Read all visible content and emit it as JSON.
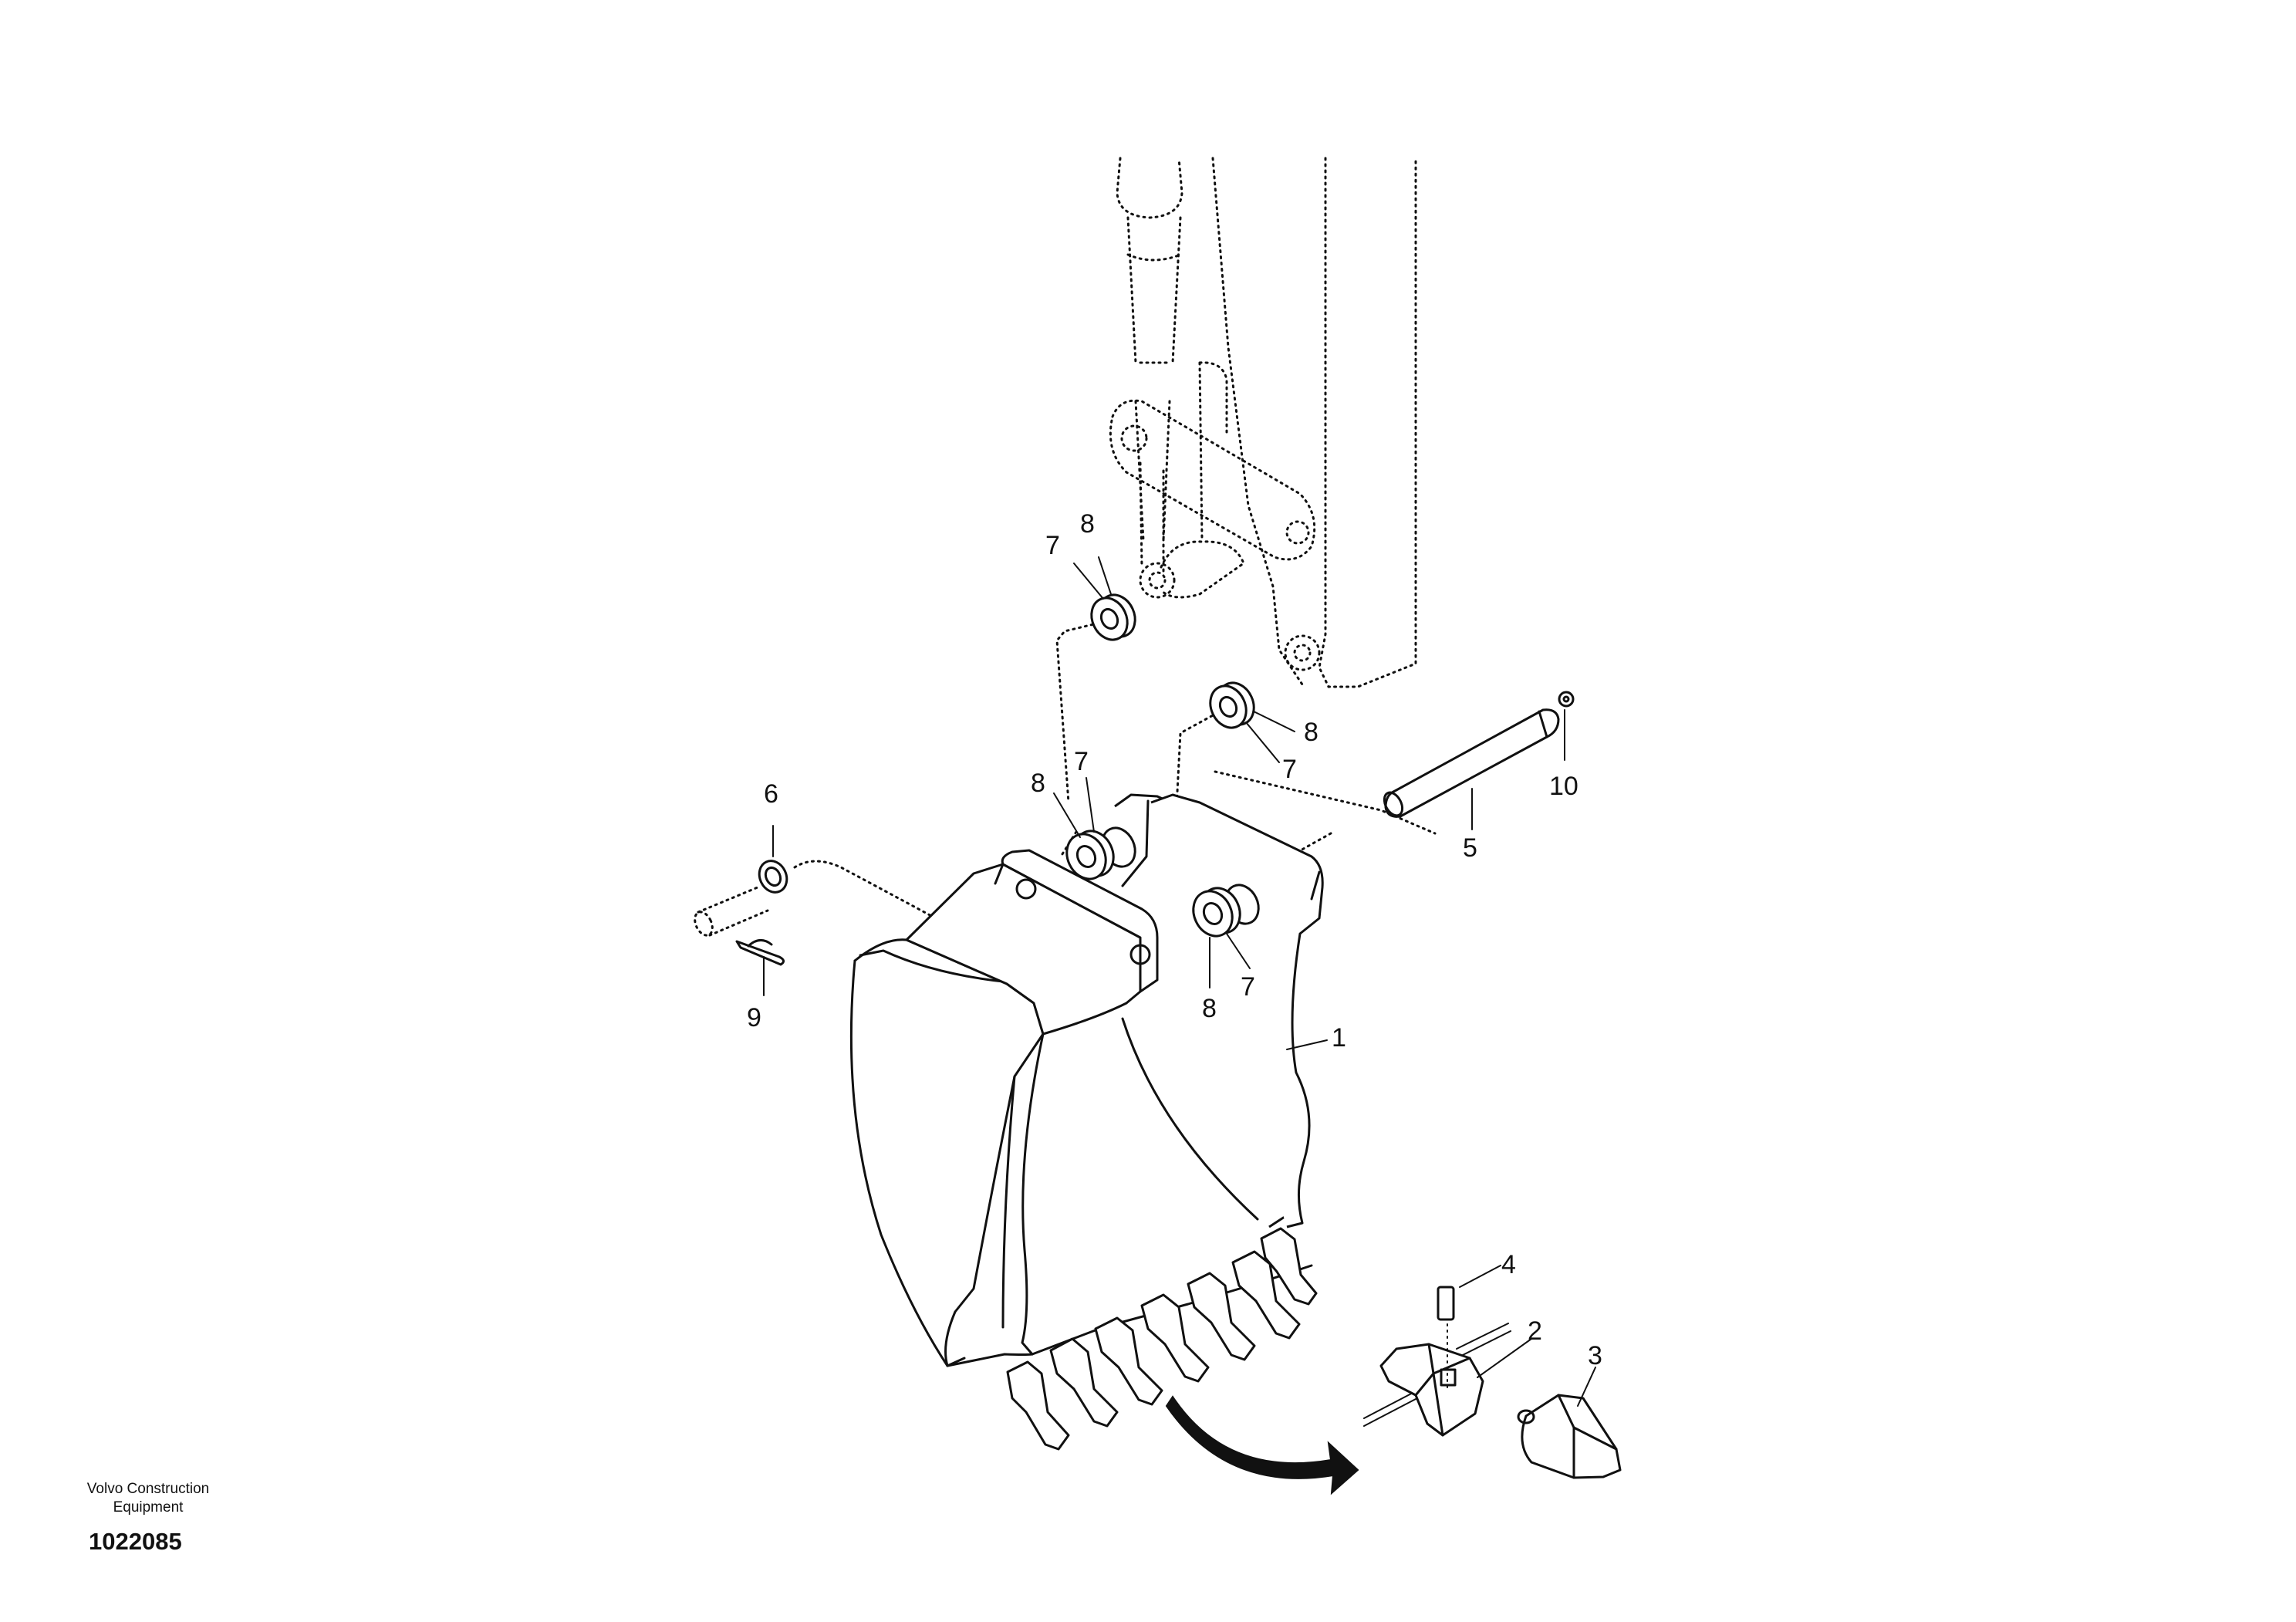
{
  "diagram": {
    "callouts": [
      {
        "id": "c7a",
        "text": "7"
      },
      {
        "id": "c8a",
        "text": "8"
      },
      {
        "id": "c8b",
        "text": "8"
      },
      {
        "id": "c7b",
        "text": "7"
      },
      {
        "id": "c10",
        "text": "10"
      },
      {
        "id": "c5",
        "text": "5"
      },
      {
        "id": "c6",
        "text": "6"
      },
      {
        "id": "c8c",
        "text": "8"
      },
      {
        "id": "c7c",
        "text": "7"
      },
      {
        "id": "c9",
        "text": "9"
      },
      {
        "id": "c7d",
        "text": "7"
      },
      {
        "id": "c8d",
        "text": "8"
      },
      {
        "id": "c1",
        "text": "1"
      },
      {
        "id": "c4",
        "text": "4"
      },
      {
        "id": "c2",
        "text": "2"
      },
      {
        "id": "c3",
        "text": "3"
      }
    ],
    "credit_line1": "Volvo Construction",
    "credit_line2": "Equipment",
    "document_number": "1022085"
  },
  "colors": {
    "ink": "#111111",
    "paper": "#ffffff"
  }
}
